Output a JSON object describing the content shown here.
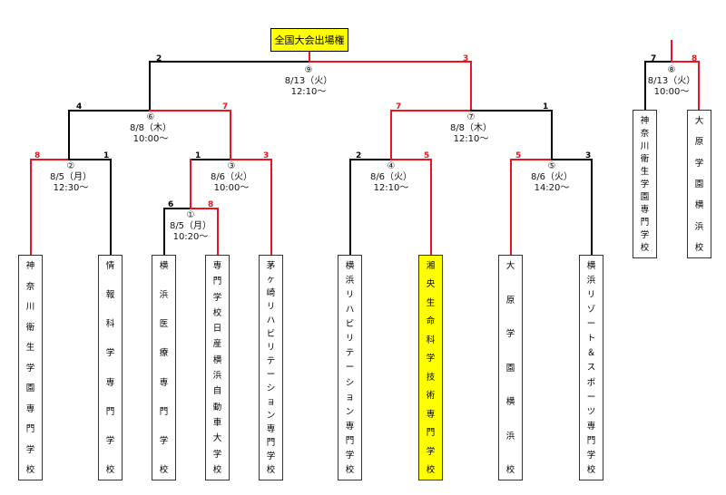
{
  "title": "全国大会出場権",
  "matches": [
    {
      "id": "m1",
      "num": "①",
      "date": "8/5（月）",
      "time": "10:20～",
      "score_left": "6",
      "score_right": "8"
    },
    {
      "id": "m2",
      "num": "②",
      "date": "8/5（月）",
      "time": "12:30～",
      "score_left": "8",
      "score_right": "1"
    },
    {
      "id": "m3",
      "num": "③",
      "date": "8/6（火）",
      "time": "10:00～",
      "score_left": "1",
      "score_right": "3"
    },
    {
      "id": "m4",
      "num": "④",
      "date": "8/6（火）",
      "time": "12:10～",
      "score_left": "2",
      "score_right": "5"
    },
    {
      "id": "m5",
      "num": "⑤",
      "date": "8/6（火）",
      "time": "14:20～",
      "score_left": "5",
      "score_right": "3"
    },
    {
      "id": "m6",
      "num": "⑥",
      "date": "8/8（木）",
      "time": "10:00～",
      "score_left": "4",
      "score_right": "7"
    },
    {
      "id": "m7",
      "num": "⑦",
      "date": "8/8（木）",
      "time": "12:10～",
      "score_left": "7",
      "score_right": "1"
    },
    {
      "id": "m8",
      "num": "⑧",
      "date": "8/13（火）",
      "time": "10:00～",
      "score_left": "7",
      "score_right": "8"
    },
    {
      "id": "m9",
      "num": "⑨",
      "date": "8/13（火）",
      "time": "12:10～",
      "score_left": "2",
      "score_right": "3"
    }
  ],
  "teams": [
    {
      "id": "t1",
      "name": "神奈川衛生学園専門学校",
      "highlight": false
    },
    {
      "id": "t2",
      "name": "情報科学専門学校",
      "highlight": false
    },
    {
      "id": "t3",
      "name": "横浜医療専門学校",
      "highlight": false
    },
    {
      "id": "t4",
      "name": "専門学校日産横浜自動車大学校",
      "highlight": false
    },
    {
      "id": "t5",
      "name": "茅ヶ崎リハビリテーション専門学校",
      "highlight": false
    },
    {
      "id": "t6",
      "name": "横浜リハビリテーション専門学校",
      "highlight": false
    },
    {
      "id": "t7",
      "name": "湘央生命科学技術専門学校",
      "highlight": true
    },
    {
      "id": "t8",
      "name": "大原学園横浜校",
      "highlight": false
    },
    {
      "id": "t9",
      "name": "横浜リゾート＆スポーツ専門学校",
      "highlight": false
    },
    {
      "id": "t10",
      "name": "神奈川衛生学園専門学校",
      "highlight": false
    },
    {
      "id": "t11",
      "name": "大原学園横浜校",
      "highlight": false
    }
  ],
  "colors": {
    "winner": "#e8141e",
    "loser": "#000000",
    "highlight": "#ffff00"
  }
}
